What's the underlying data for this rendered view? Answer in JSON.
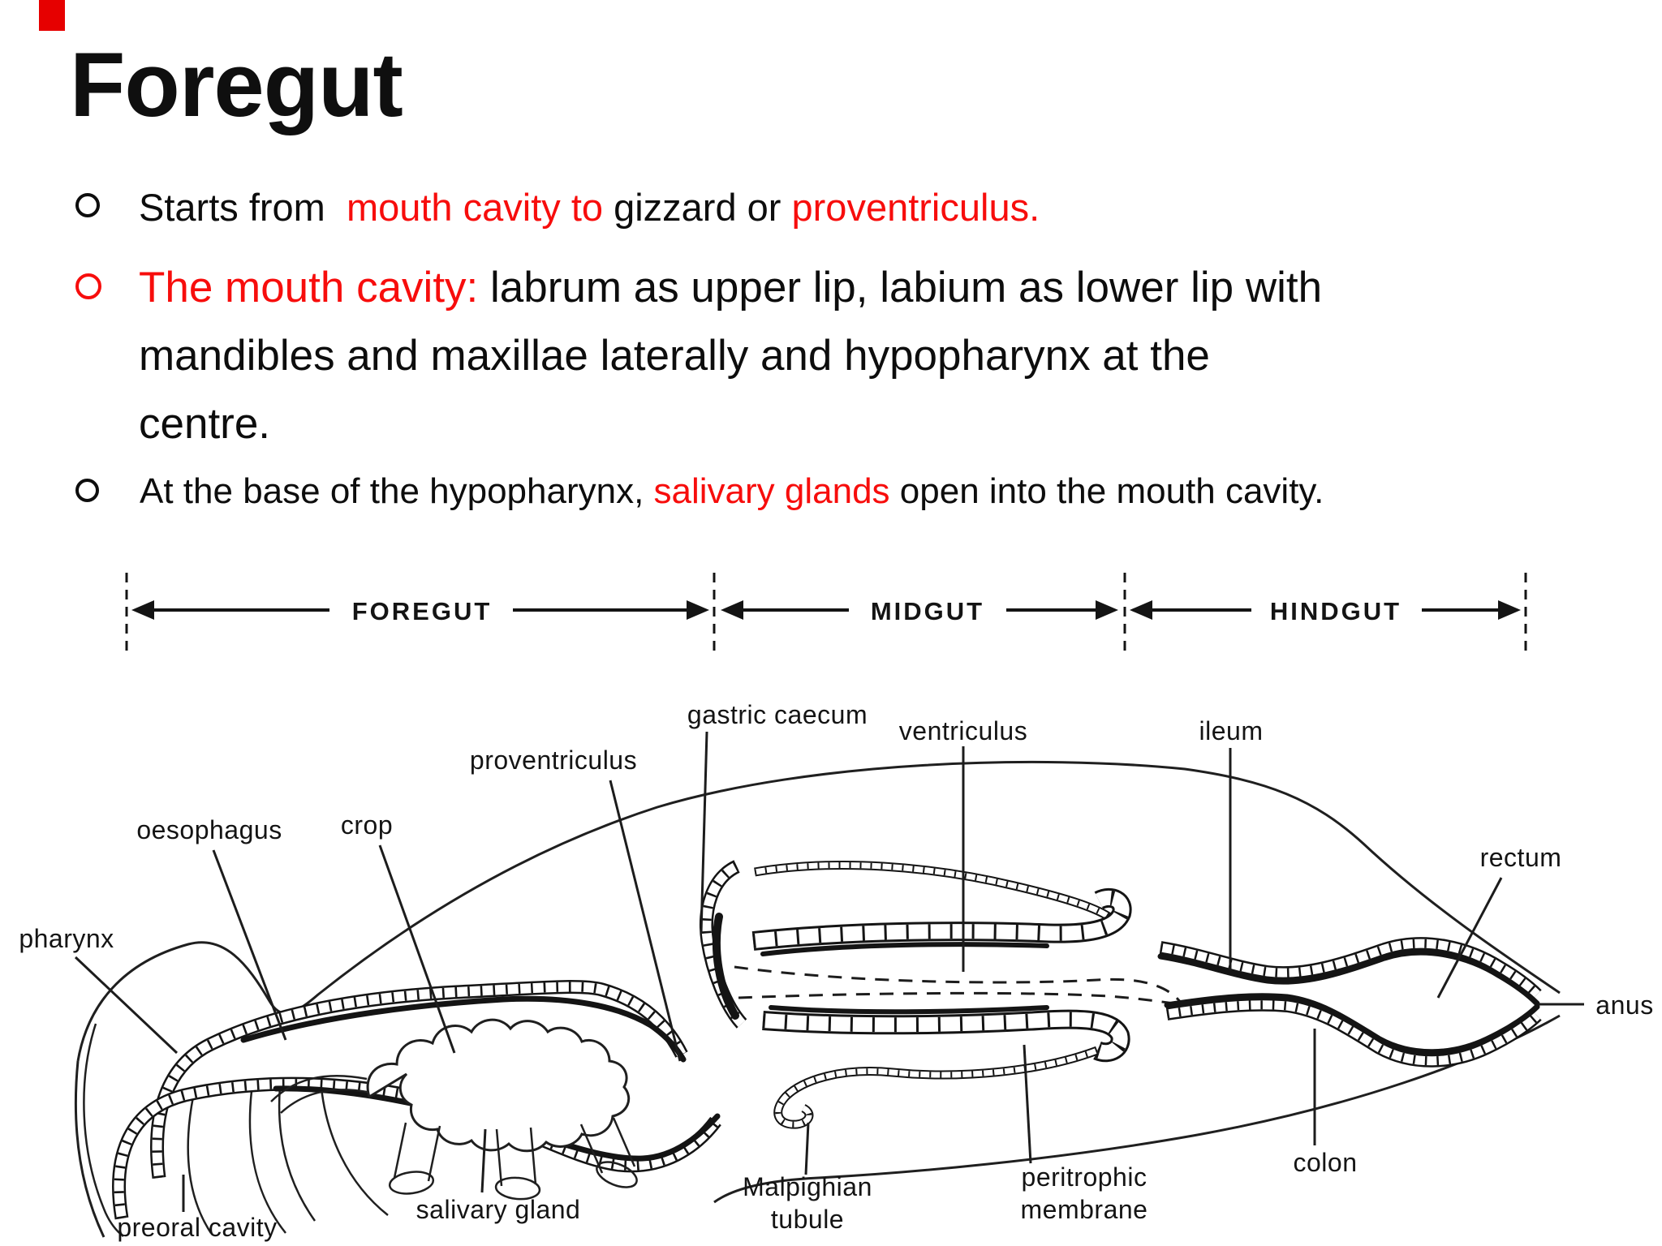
{
  "slide": {
    "title": "Foregut",
    "colors": {
      "red": "#f70d0c",
      "accent": "#e60000",
      "text": "#0d0d0d",
      "diagram_ink": "#141414"
    },
    "bullets": [
      {
        "marker_color": "#0d0d0d",
        "segments": [
          {
            "t": "Starts from  ",
            "c": "k"
          },
          {
            "t": "mouth cavity to",
            "c": "r"
          },
          {
            "t": " gizzard or ",
            "c": "k"
          },
          {
            "t": "proventriculus.",
            "c": "r"
          }
        ]
      },
      {
        "marker_color": "#f70d0c",
        "segments": [
          {
            "t": "The mouth cavity:",
            "c": "r"
          },
          {
            "t": " labrum as upper lip, labium as lower lip with",
            "c": "k",
            "br": true
          },
          {
            "t": "mandibles and maxillae laterally and hypopharynx at the",
            "c": "k",
            "br": true
          },
          {
            "t": "centre.",
            "c": "k"
          }
        ]
      },
      {
        "marker_color": "#0d0d0d",
        "segments": [
          {
            "t": "At the base of the hypopharynx, ",
            "c": "k"
          },
          {
            "t": "salivary glands",
            "c": "r"
          },
          {
            "t": " open into the mouth cavity.",
            "c": "k"
          }
        ]
      }
    ]
  },
  "diagram": {
    "regions": [
      {
        "label": "FOREGUT"
      },
      {
        "label": "MIDGUT"
      },
      {
        "label": "HINDGUT"
      }
    ],
    "labels": {
      "gastric_caecum": "gastric caecum",
      "proventriculus": "proventriculus",
      "crop": "crop",
      "oesophagus": "oesophagus",
      "pharynx": "pharynx",
      "ventriculus": "ventriculus",
      "ileum": "ileum",
      "rectum": "rectum",
      "anus": "anus",
      "colon": "colon",
      "peritrophic_line1": "peritrophic",
      "peritrophic_line2": "membrane",
      "malpighian_line1": "Malpighian",
      "malpighian_line2": "tubule",
      "salivary_gland": "salivary gland",
      "preoral_cavity": "preoral cavity"
    }
  }
}
